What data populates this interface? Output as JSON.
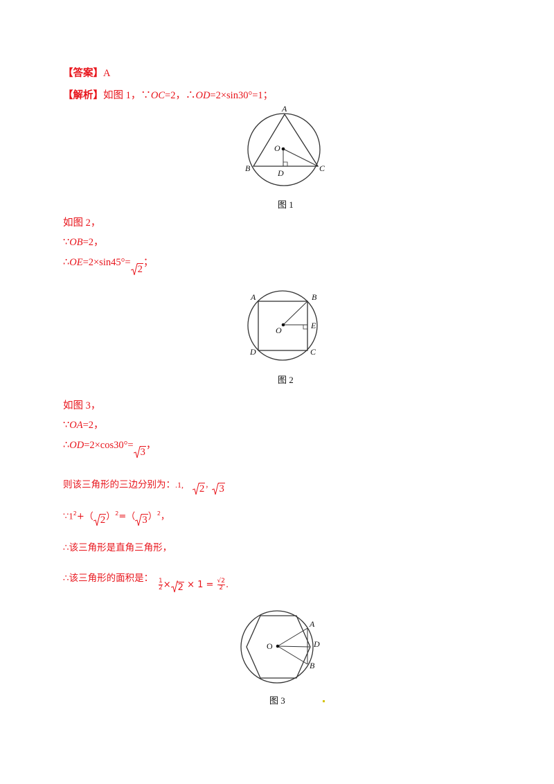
{
  "answer": {
    "label": "【答案】",
    "value": "A"
  },
  "analysis": {
    "label": "【解析】",
    "line1_prefix": "如图 1，∵",
    "line1_oc": "OC",
    "line1_mid": "=2，∴",
    "line1_od": "OD",
    "line1_end": "=2×sin30°=1；"
  },
  "fig1": {
    "caption": "图 1",
    "labels": {
      "a": "A",
      "o": "O",
      "b": "B",
      "d": "D",
      "c": "C"
    }
  },
  "part2": {
    "intro": "如图 2，",
    "since_prefix": "∵",
    "since_var": "OB",
    "since_end": "=2，",
    "therefore_prefix": "∴",
    "therefore_var": "OE",
    "therefore_mid": "=2×sin45°=",
    "radicand": "2",
    "therefore_end": "；"
  },
  "fig2": {
    "caption": "图 2",
    "labels": {
      "a": "A",
      "b": "B",
      "o": "O",
      "e": "E",
      "d": "D",
      "c": "C"
    }
  },
  "part3": {
    "intro": "如图 3，",
    "since_prefix": "∵",
    "since_var": "OA",
    "since_end": "=2，",
    "therefore_prefix": "∴",
    "therefore_var": "OD",
    "therefore_mid": "=2×cos30°=",
    "radicand": "3",
    "therefore_end": "，"
  },
  "sides": {
    "text": "则该三角形的三边分别为：",
    "one": ".1,",
    "r2": "2",
    "sep": "，",
    "r3": "3"
  },
  "pyth": {
    "prefix": "∵1",
    "sup1": "2",
    "plus": "+（",
    "r2": "2",
    "close1": "）",
    "sup2": "2",
    "eq": "=（",
    "r3": "3",
    "close2": "）",
    "sup3": "2",
    "end": "，"
  },
  "right_tri": {
    "text": "∴该三角形是直角三角形，"
  },
  "area": {
    "text": "∴该三角形的面积是：",
    "frac_num": "1",
    "frac_den": "2",
    "times1": "×",
    "r2": "2",
    "times2": "× 1 =",
    "res_num": "√2",
    "res_den": "2",
    "end": "."
  },
  "fig3": {
    "caption": "图 3",
    "labels": {
      "a": "A",
      "o": "O",
      "d": "D",
      "b": "B"
    }
  }
}
